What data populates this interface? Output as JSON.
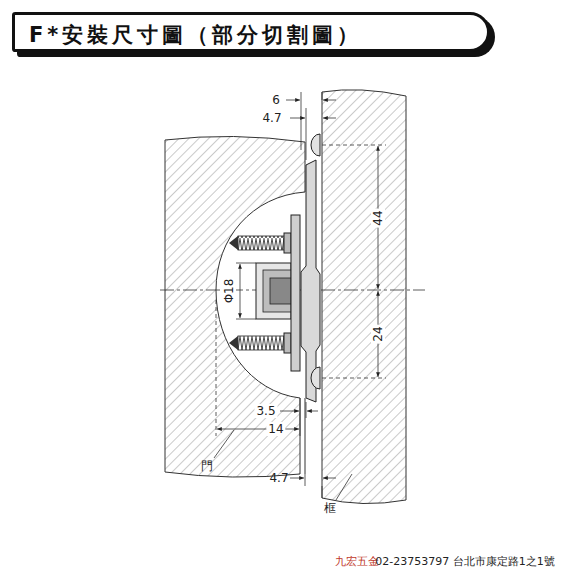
{
  "diagram": {
    "title": "F*安裝尺寸圖（部分切割圖）",
    "labels": [
      "6",
      "4.7",
      "44",
      "Φ18",
      "24",
      "3.5",
      "14",
      "門",
      "4.7",
      "框",
      "九宏五金",
      "02-23753797 台北市康定路1之1號"
    ]
  }
}
